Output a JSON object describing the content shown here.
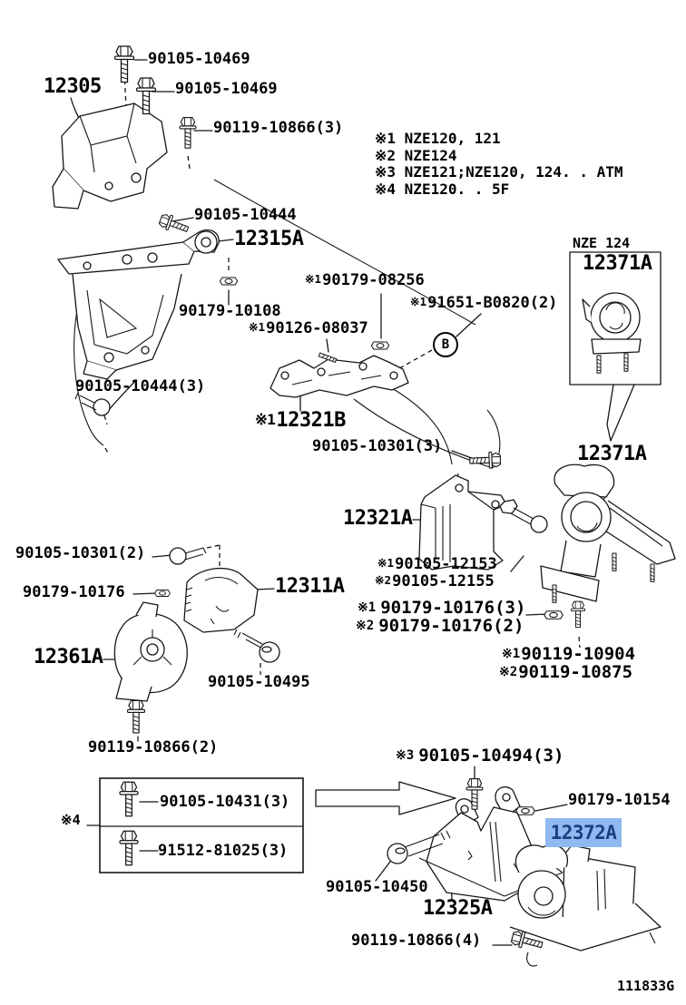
{
  "colors": {
    "highlight_bg": "#8fb9f0",
    "highlight_text": "#1c3e7d",
    "line": "#161616"
  },
  "footer_id": "111833G",
  "notes": {
    "line1": "※1 NZE120, 121",
    "line2": "※2 NZE124",
    "line3": "※3 NZE121;NZE120, 124. . ATM",
    "line4": "※4 NZE120. . 5F"
  },
  "inset": {
    "title": "NZE 124",
    "part_label": "12371A"
  },
  "legend": {
    "marker": "※4",
    "rows": {
      "r1": "90105-10431(3)",
      "r2": "91512-81025(3)"
    }
  },
  "callout": {
    "label": "B"
  },
  "highlight": {
    "part": "12372A"
  },
  "labels": {
    "bolt_90105_10469_top": "90105-10469",
    "part_12305": "12305",
    "bolt_90105_10469_second": "90105-10469",
    "bolt_90119_10866_3": "90119-10866(3)",
    "bolt_90105_10444": "90105-10444",
    "part_12315A": "12315A",
    "nut_90179_10108": "90179-10108",
    "bolt_90179_08256": {
      "prefix": "※1",
      "text": "90179-08256"
    },
    "bolt_91651_B0820": {
      "prefix": "※1",
      "text": "91651-B0820(2)"
    },
    "stud_90126_08037": {
      "prefix": "※1",
      "text": "90126-08037"
    },
    "bolt_90105_10444_3": "90105-10444(3)",
    "part_12321B": {
      "prefix": "※1",
      "text": "12321B"
    },
    "bolt_90105_10301_3": "90105-10301(3)",
    "part_12371A": "12371A",
    "part_12321A": "12321A",
    "bolt_90105_12153": {
      "prefix": "※1",
      "text": "90105-12153"
    },
    "bolt_90105_12155": {
      "prefix": "※2",
      "text": "90105-12155"
    },
    "bolt_90105_10301_2": "90105-10301(2)",
    "nut_90179_10176": "90179-10176",
    "part_12311A": "12311A",
    "part_12361A": "12361A",
    "bolt_90105_10495": "90105-10495",
    "nut_90179_10176_3": {
      "prefix": "※1",
      "text": "90179-10176(3)"
    },
    "nut_90179_10176_2": {
      "prefix": "※2",
      "text": "90179-10176(2)"
    },
    "bolt_90119_10904": {
      "prefix": "※1",
      "text": "90119-10904"
    },
    "bolt_90119_10875": {
      "prefix": "※2",
      "text": "90119-10875"
    },
    "bolt_90119_10866_2": "90119-10866(2)",
    "bolt_90105_10494_3": {
      "prefix": "※3",
      "text": "90105-10494(3)"
    },
    "nut_90179_10154": "90179-10154",
    "bolt_90105_10450": "90105-10450",
    "part_12325A": "12325A",
    "bolt_90119_10866_4": "90119-10866(4)"
  }
}
